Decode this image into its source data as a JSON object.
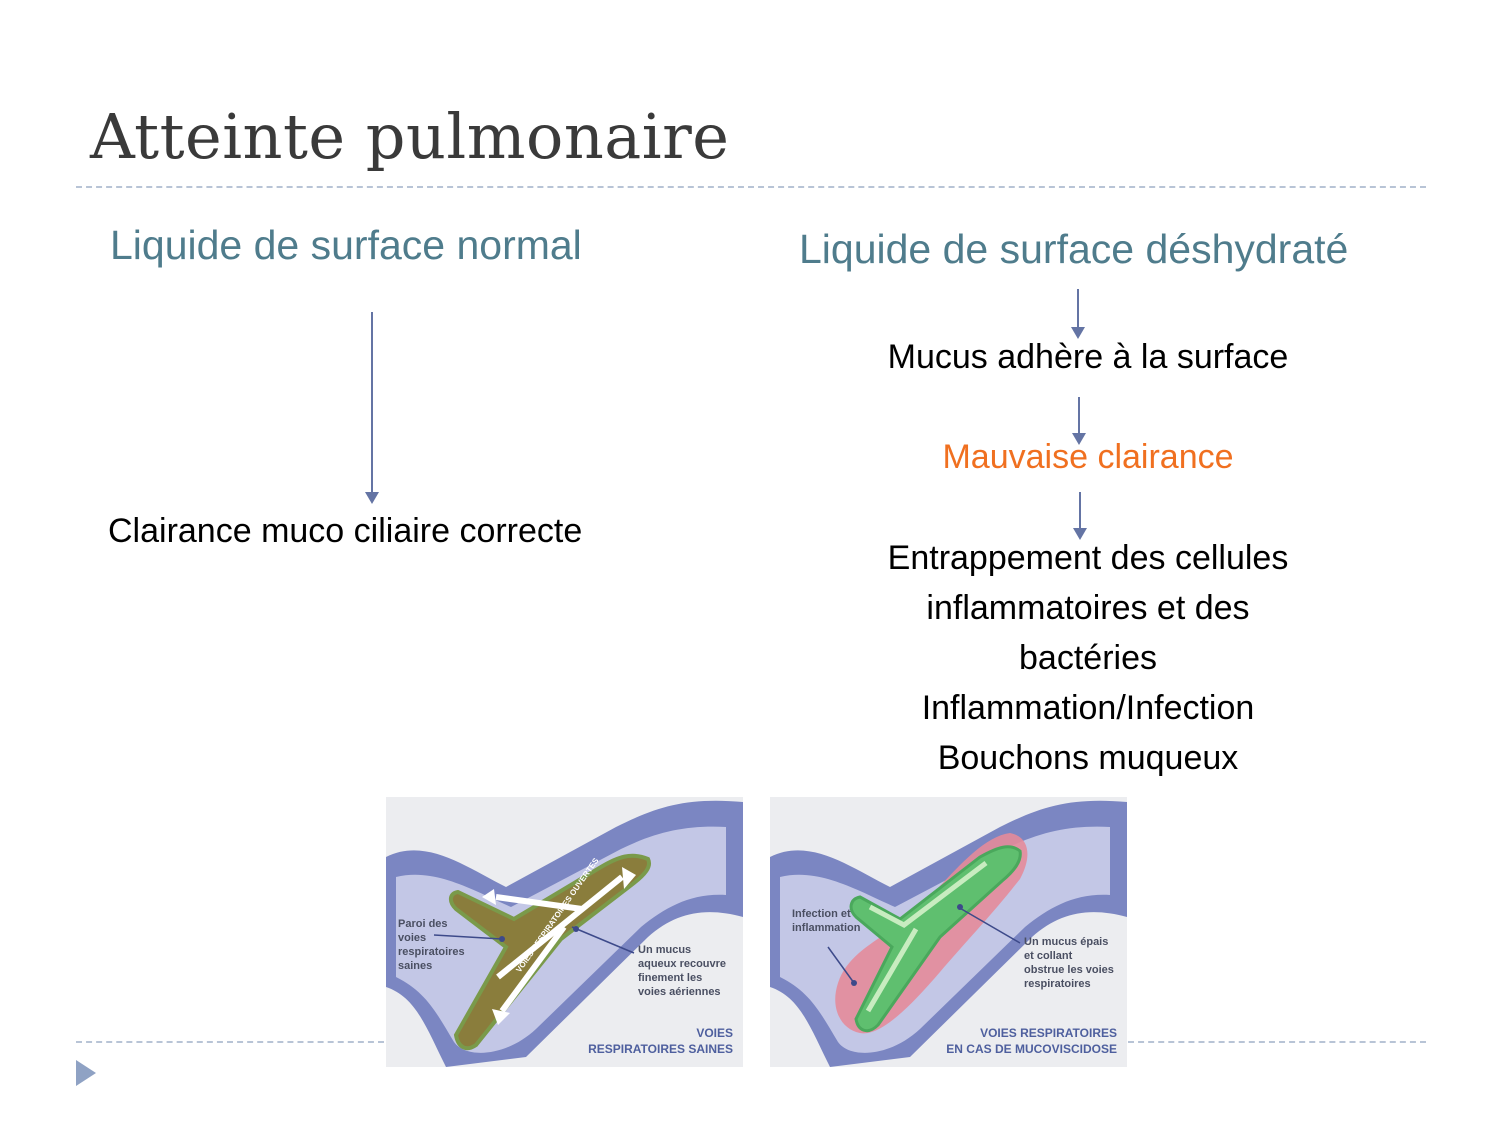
{
  "slide": {
    "title": "Atteinte pulmonaire"
  },
  "left": {
    "heading": "Liquide de surface normal",
    "result": "Clairance muco ciliaire correcte"
  },
  "right": {
    "heading": "Liquide de surface déshydraté",
    "step1": "Mucus adhère à la surface",
    "step2": "Mauvaise clairance",
    "step3_lines": [
      "Entrappement des cellules",
      "inflammatoires et des",
      "bactéries",
      "Inflammation/Infection",
      "Bouchons muqueux"
    ]
  },
  "figure_healthy": {
    "channel_text": "VOIES RESPIRATOIRES OUVERTES",
    "label_wall": [
      "Paroi des",
      "voies",
      "respiratoires",
      "saines"
    ],
    "label_mucus": [
      "Un mucus",
      "aqueux recouvre",
      "finement les",
      "voies aériennes"
    ],
    "caption": [
      "VOIES",
      "RESPIRATOIRES SAINES"
    ]
  },
  "figure_cf": {
    "label_infection": [
      "Infection et",
      "inflammation"
    ],
    "label_mucus": [
      "Un mucus épais",
      "et collant",
      "obstrue les voies",
      "respiratoires"
    ],
    "caption": [
      "VOIES RESPIRATOIRES",
      "EN CAS DE MUCOVISCIDOSE"
    ]
  },
  "colors": {
    "title": "#3a3a3a",
    "subhead": "#4f7c8c",
    "highlight": "#f07020",
    "arrow": "#6474a4",
    "rule": "#b8c4d6",
    "nav": "#8fa2c4"
  },
  "icons": {
    "nav": "triangle-right-icon"
  }
}
